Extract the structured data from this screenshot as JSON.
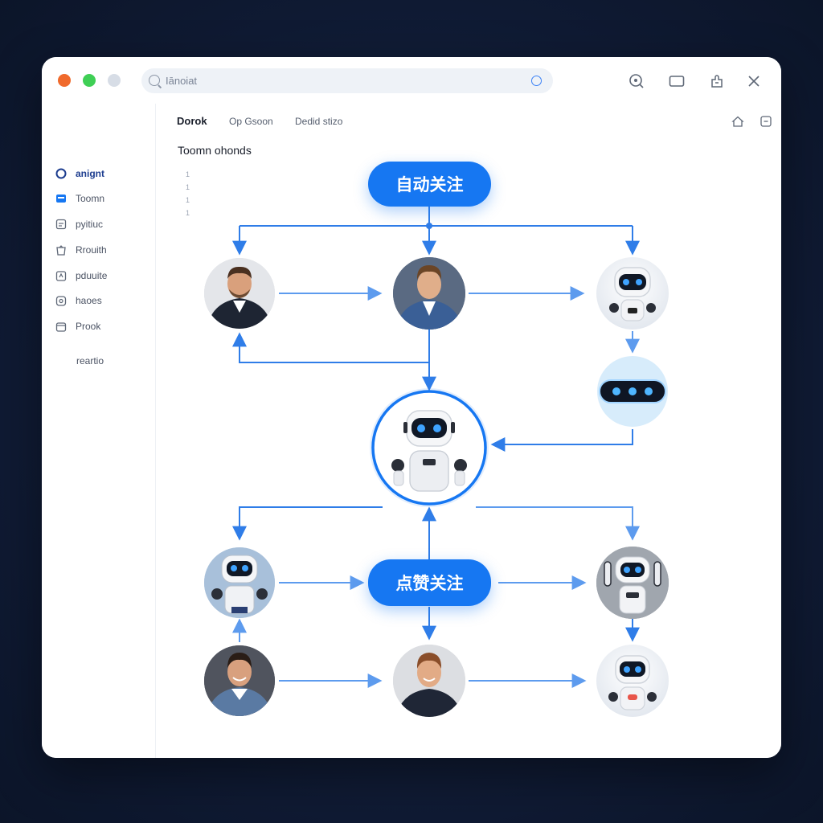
{
  "window": {
    "search": {
      "placeholder": "Iānoiat"
    }
  },
  "sidebar": {
    "items": [
      {
        "label": "anignt",
        "icon": "circle-icon",
        "active": true
      },
      {
        "label": "Toomn",
        "icon": "card-icon"
      },
      {
        "label": "pyitiuc",
        "icon": "doc-icon"
      },
      {
        "label": "Rrouith",
        "icon": "bag-icon"
      },
      {
        "label": "pduuite",
        "icon": "clip-icon"
      },
      {
        "label": "haoes",
        "icon": "refresh-icon"
      },
      {
        "label": "Prook",
        "icon": "box-icon"
      }
    ],
    "footer": "reartio"
  },
  "main": {
    "tabs": [
      {
        "label": "Dorok",
        "active": true
      },
      {
        "label": "Op Gsoon"
      },
      {
        "label": "Dedid stizo"
      }
    ],
    "section_title": "Toomn ohonds",
    "ticks": [
      "1",
      "1",
      "1",
      "1"
    ]
  },
  "flow": {
    "top_pill": "自动关注",
    "mid_pill": "点赞关注"
  },
  "colors": {
    "accent": "#1677f2",
    "line": "#2f7de8",
    "line_light": "#6ea5ee"
  }
}
